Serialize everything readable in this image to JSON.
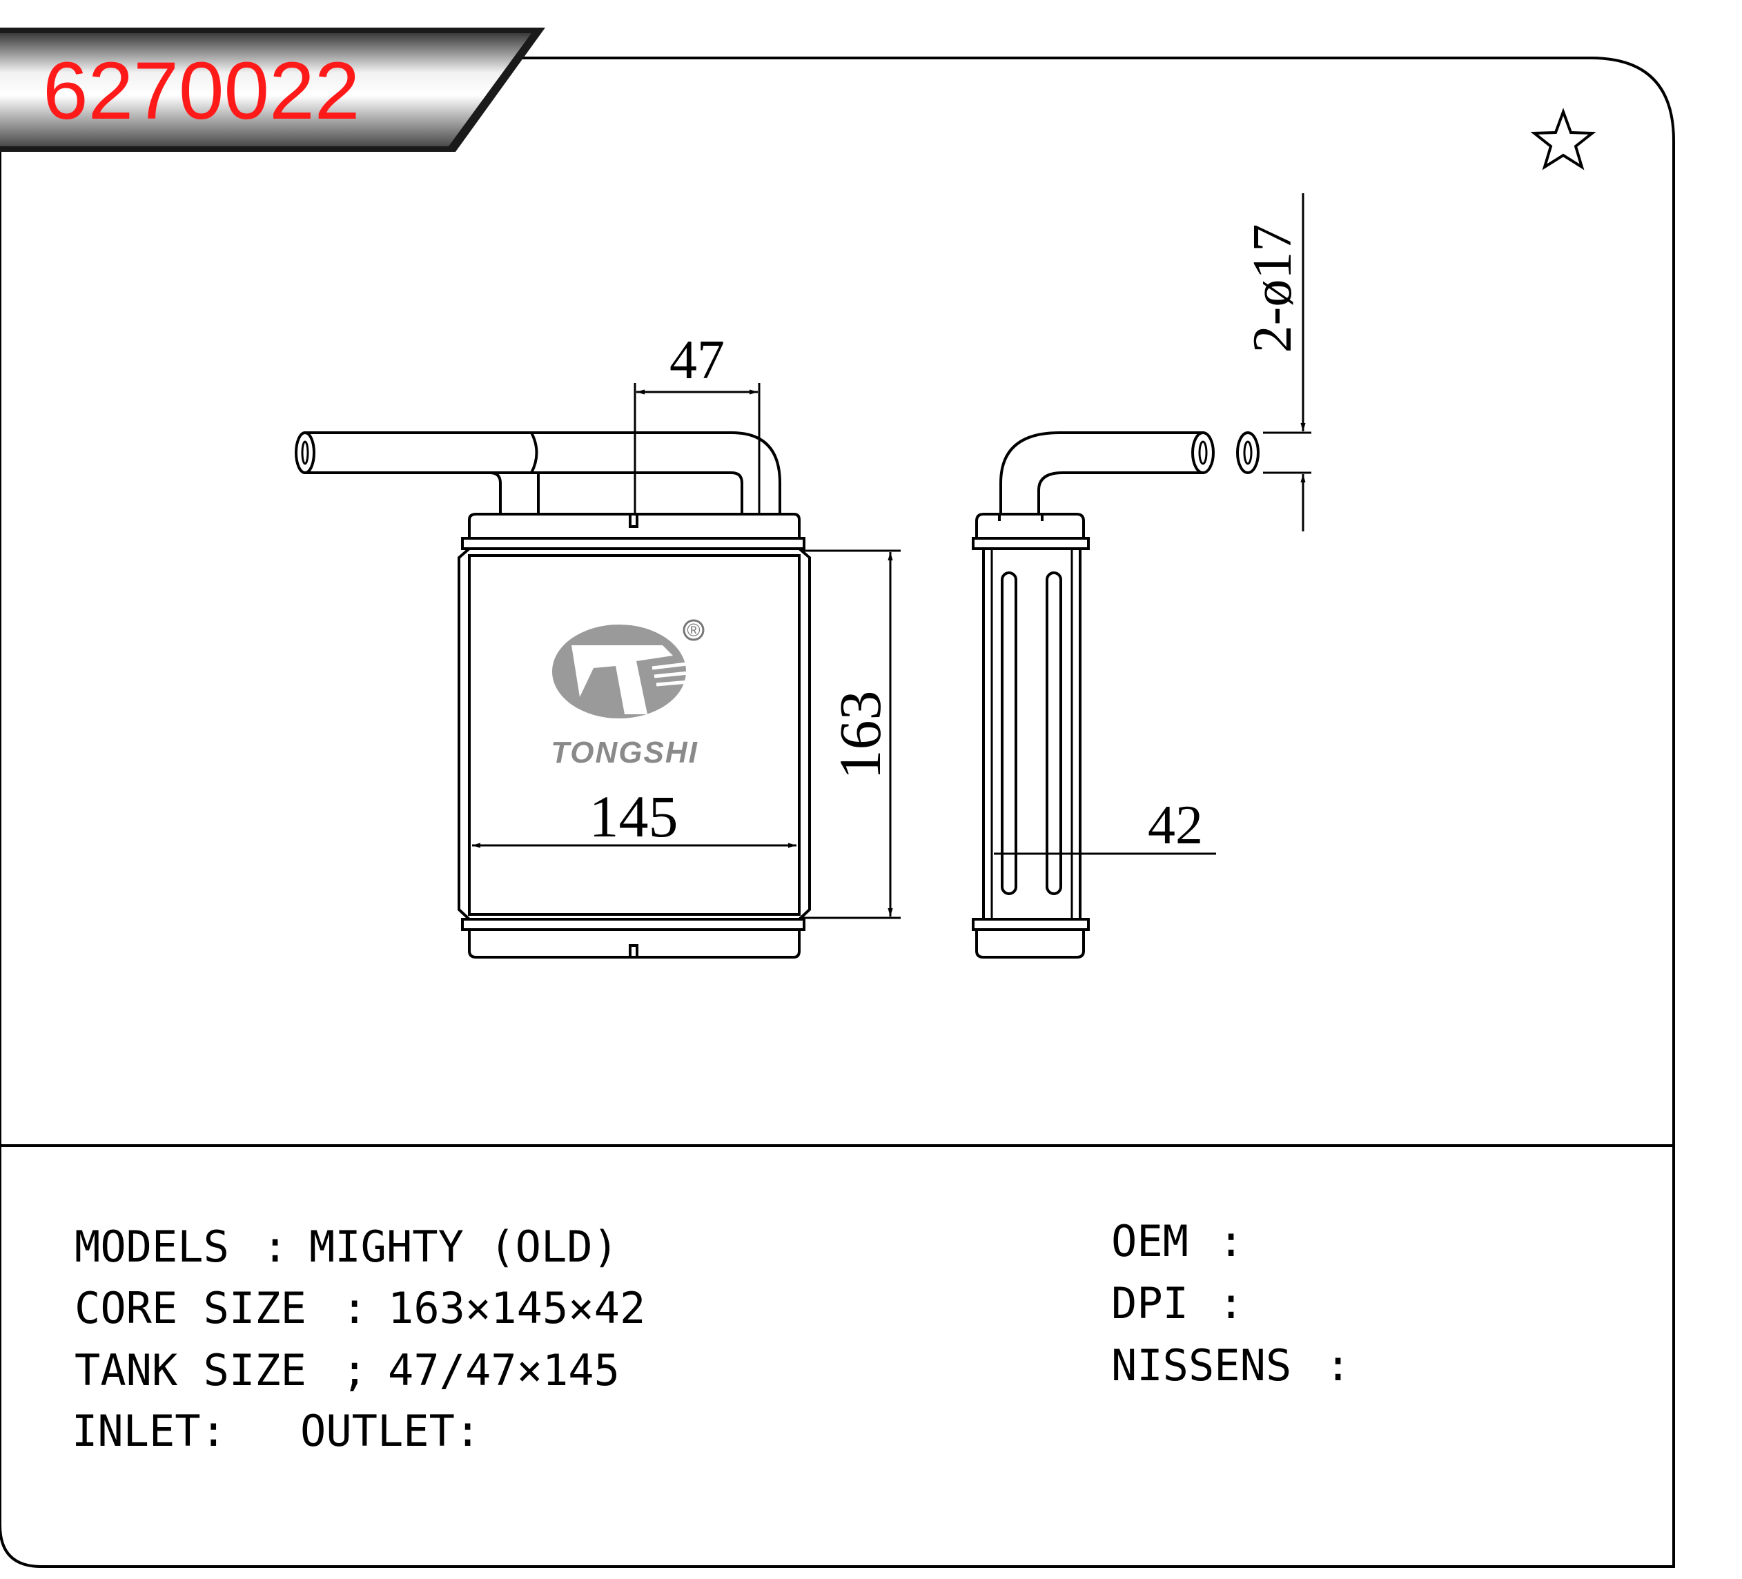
{
  "part_number": "6270022",
  "accent_color": "#ff1a1a",
  "icons": {
    "favorite": "star-outline-icon",
    "brand": "tongshi-logo"
  },
  "logo": {
    "text": "TONGSHI",
    "registered": "®"
  },
  "dimensions": {
    "tank_depth": "47",
    "pipe_diameter": "2-ø17",
    "core_width": "145",
    "core_height": "163",
    "core_thickness": "42"
  },
  "specs": {
    "models": {
      "label": "MODELS",
      "sep": ":",
      "value": "MIGHTY (OLD)"
    },
    "core_size": {
      "label": "CORE SIZE",
      "sep": ":",
      "value": "163×145×42"
    },
    "tank_size": {
      "label": "TANK SIZE",
      "sep": ";",
      "value": "47/47×145"
    },
    "inlet": {
      "label": "INLET:"
    },
    "outlet": {
      "label": "OUTLET:"
    }
  },
  "references": {
    "oem": {
      "label": "OEM",
      "sep": ":",
      "value": ""
    },
    "dpi": {
      "label": "DPI",
      "sep": ":",
      "value": ""
    },
    "nissens": {
      "label": "NISSENS",
      "sep": ":",
      "value": ""
    }
  }
}
